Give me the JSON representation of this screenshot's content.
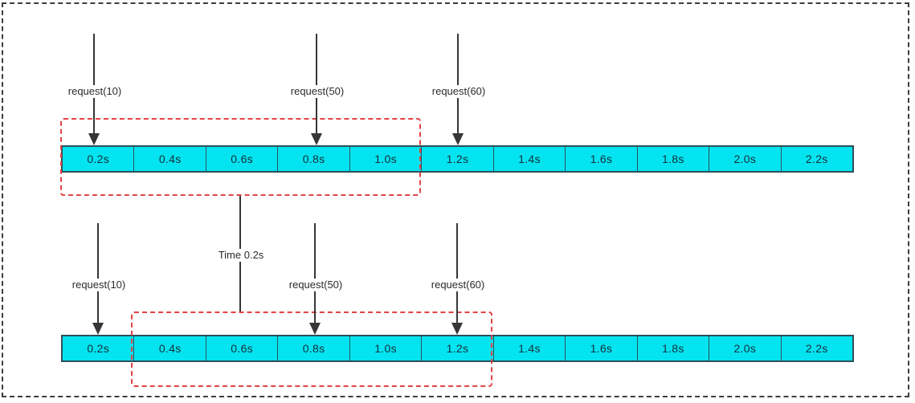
{
  "colors": {
    "cyan": "#04e4f0",
    "red": "#e04343",
    "ink": "#363636",
    "cellBorder": "#2e4f59",
    "cellText": "#13303b"
  },
  "timeline_labels": [
    "0.2s",
    "0.4s",
    "0.6s",
    "0.8s",
    "1.0s",
    "1.2s",
    "1.4s",
    "1.6s",
    "1.8s",
    "2.0s",
    "2.2s"
  ],
  "top_requests": {
    "r1": "request(10)",
    "r2": "request(50)",
    "r3": "request(60)"
  },
  "bottom_requests": {
    "r1": "request(10)",
    "r2": "request(50)",
    "r3": "request(60)"
  },
  "connector": {
    "label": "Time 0.2s"
  }
}
